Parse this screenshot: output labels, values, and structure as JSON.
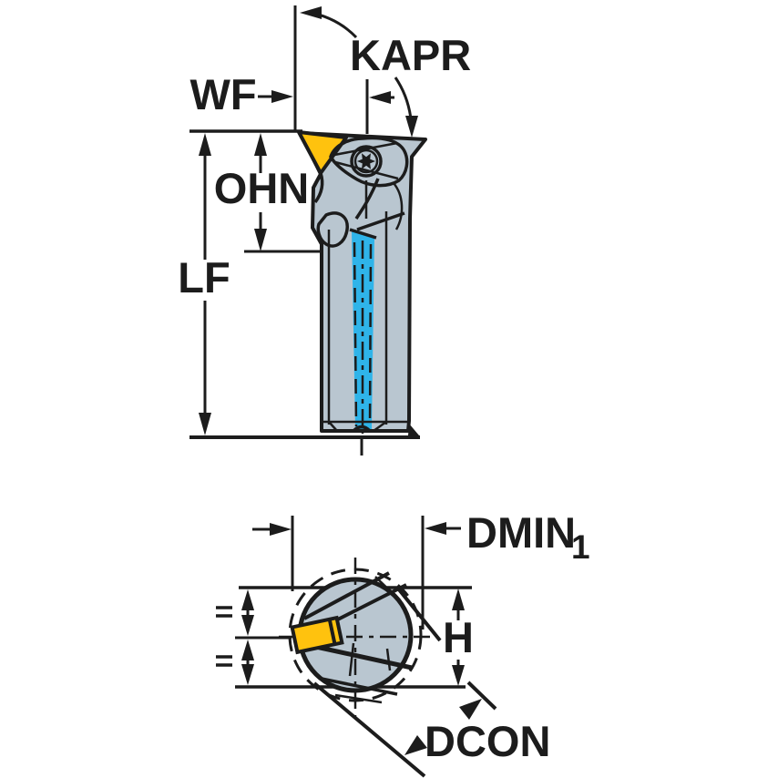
{
  "drawing": {
    "labels": {
      "kapr": "KAPR",
      "wf": "WF",
      "ohn": "OHN",
      "lf": "LF",
      "dmin_base": "DMIN",
      "dmin_subscript": "1",
      "h": "H",
      "dcon": "DCON"
    },
    "colors": {
      "outline": "#1c1c1c",
      "holder_body": "#b9c6d0",
      "insert_yellow": "#ffc20e",
      "coolant_cyan": "#2fb4e9",
      "background": "#ffffff"
    }
  }
}
